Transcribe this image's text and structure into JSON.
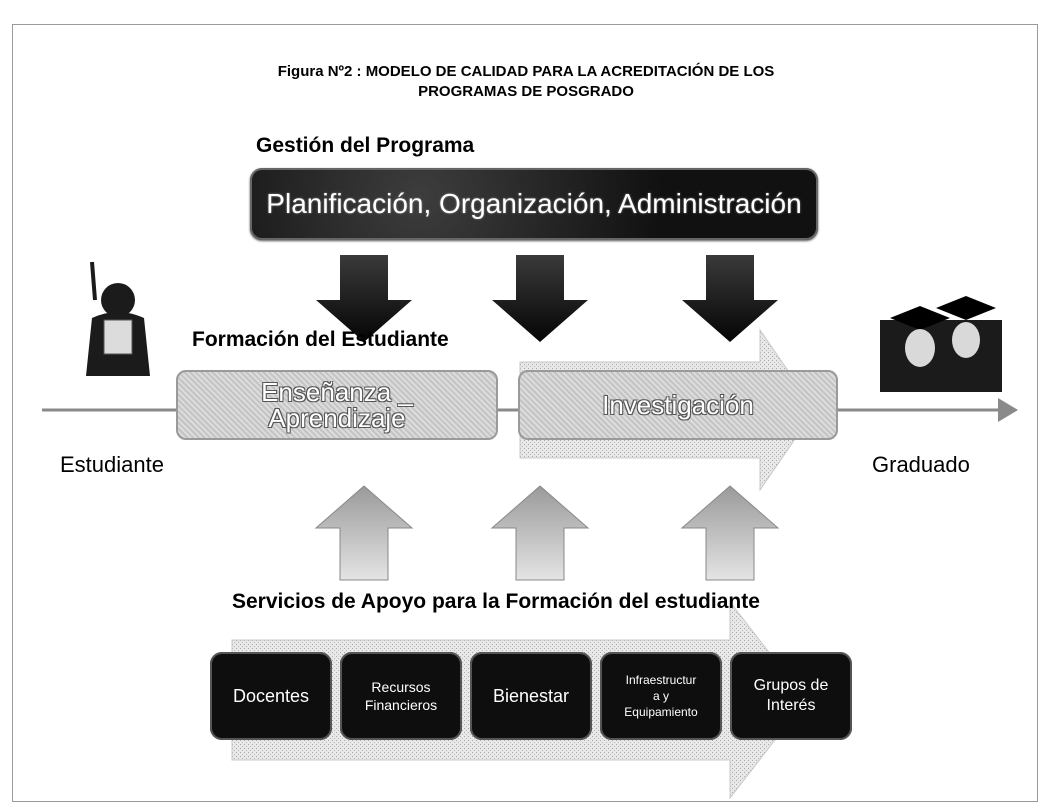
{
  "figure_title_line1": "Figura Nº2 : MODELO DE CALIDAD PARA LA ACREDITACIÓN DE LOS",
  "figure_title_line2": "PROGRAMAS DE POSGRADO",
  "gestion_label": "Gestión del Programa",
  "gestion_box": "Planificación, Organización, Administración",
  "formacion_label": "Formación  del Estudiante",
  "ensenanza_line1": "Enseñanza _",
  "ensenanza_line2": "Aprendizaje",
  "investigacion": "Investigación",
  "estudiante": "Estudiante",
  "graduado": "Graduado",
  "servicios_label": "Servicios de Apoyo para la Formación  del estudiante",
  "services": {
    "docentes": "Docentes",
    "recursos_line1": "Recursos",
    "recursos_line2": "Financieros",
    "bienestar": "Bienestar",
    "infra_line1": "Infraestructur",
    "infra_line2": "a y",
    "infra_line3": "Equipamiento",
    "grupos_line1": "Grupos de",
    "grupos_line2": "Interés"
  },
  "colors": {
    "dark_box": "#111111",
    "light_box": "#d0d0d0",
    "arrow_dark": "#1a1a1a",
    "arrow_light": "#b5b5b5"
  }
}
